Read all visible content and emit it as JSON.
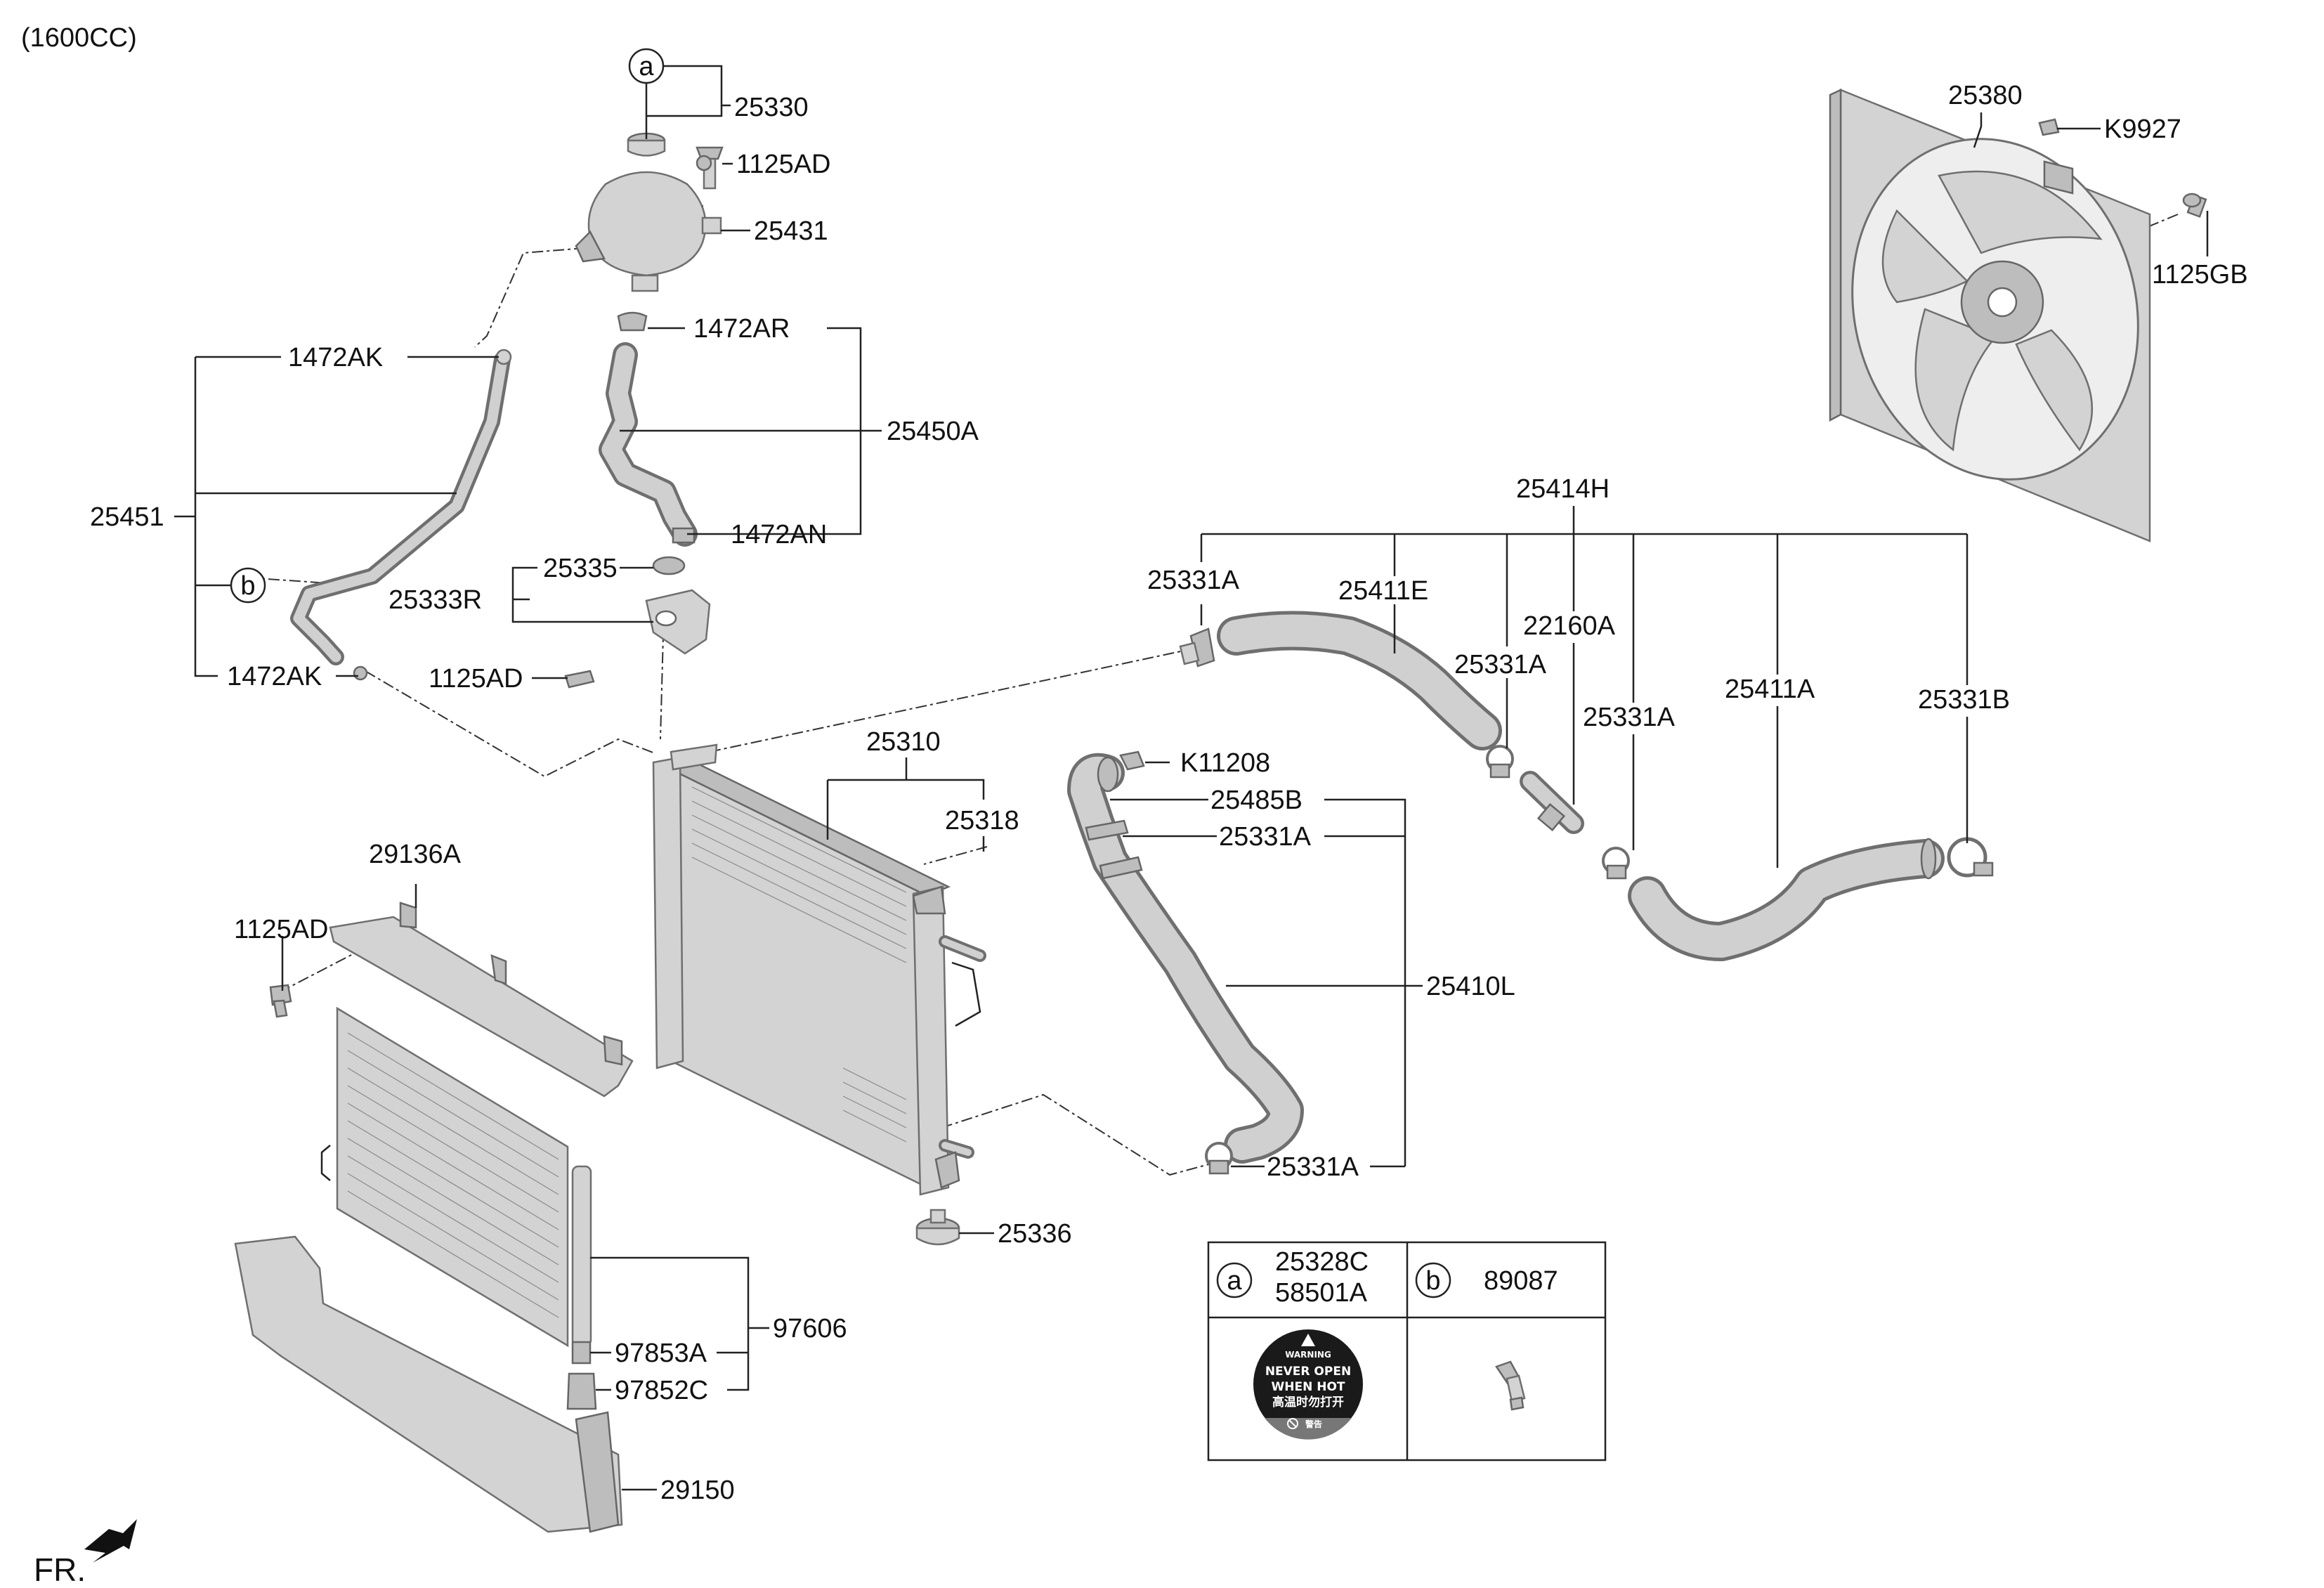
{
  "diagram": {
    "engine_note": "(1600CC)",
    "front_marker": "FR.",
    "parts": {
      "p25330": "25330",
      "p1125ad_top": "1125AD",
      "p25431": "25431",
      "p1472ar": "1472AR",
      "p1472ak_top": "1472AK",
      "p25450a": "25450A",
      "p25451": "25451",
      "p1472an": "1472AN",
      "p25335": "25335",
      "p25333r": "25333R",
      "p1472ak_bottom": "1472AK",
      "p1125ad_mid": "1125AD",
      "p25310": "25310",
      "p25318": "25318",
      "p29136a": "29136A",
      "p1125ad_left": "1125AD",
      "p25380": "25380",
      "pk9927": "K9927",
      "p1125gb": "1125GB",
      "p25414h": "25414H",
      "p25331a_1": "25331A",
      "p25411e": "25411E",
      "p25331a_2": "25331A",
      "p22160a": "22160A",
      "p25331a_3": "25331A",
      "p25411a": "25411A",
      "p25331b": "25331B",
      "pk11208": "K11208",
      "p25485b": "25485B",
      "p25331a_4": "25331A",
      "p25410l": "25410L",
      "p25331a_5": "25331A",
      "p25336": "25336",
      "p97606": "97606",
      "p97853a": "97853A",
      "p97852c": "97852C",
      "p29150": "29150"
    },
    "callouts": {
      "a": "a",
      "b": "b"
    },
    "legend": {
      "a_letter": "a",
      "a_part1": "25328C",
      "a_part2": "58501A",
      "b_letter": "b",
      "b_part": "89087",
      "warning_title": "WARNING",
      "warning_line1": "NEVER OPEN",
      "warning_line2": "WHEN HOT",
      "warning_line3": "高温时勿打开",
      "warning_footer": "警告"
    }
  }
}
